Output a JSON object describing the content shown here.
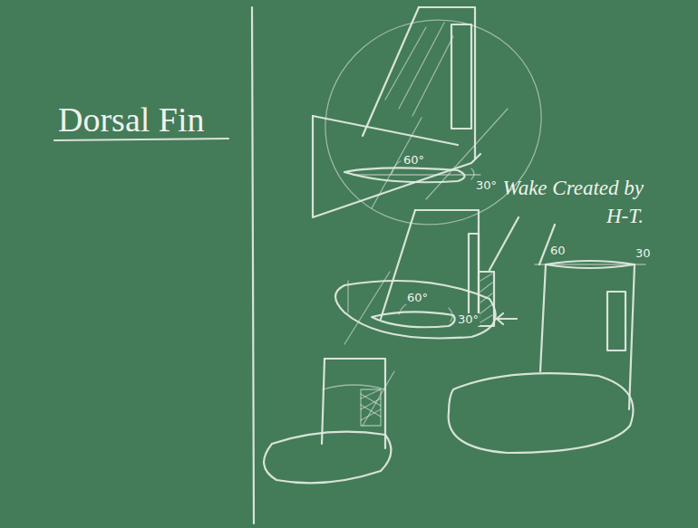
{
  "diagram": {
    "title": "Dorsal Fin",
    "labels": [
      "60°",
      "30°",
      "Wake Created by H-T.",
      "60°",
      "30°",
      "60",
      "30"
    ]
  }
}
